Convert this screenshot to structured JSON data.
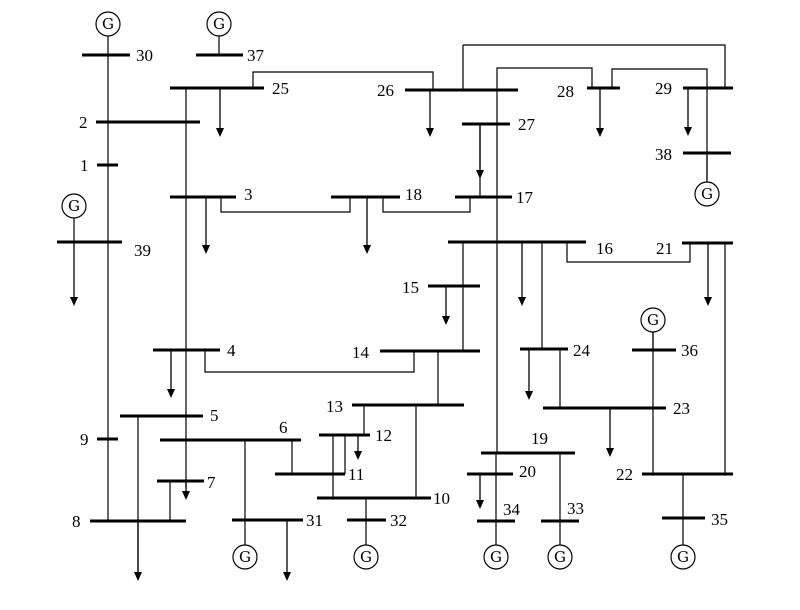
{
  "generator_symbol": "G",
  "buses": [
    {
      "id": "1",
      "label": "1"
    },
    {
      "id": "2",
      "label": "2"
    },
    {
      "id": "3",
      "label": "3"
    },
    {
      "id": "4",
      "label": "4"
    },
    {
      "id": "5",
      "label": "5"
    },
    {
      "id": "6",
      "label": "6"
    },
    {
      "id": "7",
      "label": "7"
    },
    {
      "id": "8",
      "label": "8"
    },
    {
      "id": "9",
      "label": "9"
    },
    {
      "id": "10",
      "label": "10"
    },
    {
      "id": "11",
      "label": "11"
    },
    {
      "id": "12",
      "label": "12"
    },
    {
      "id": "13",
      "label": "13"
    },
    {
      "id": "14",
      "label": "14"
    },
    {
      "id": "15",
      "label": "15"
    },
    {
      "id": "16",
      "label": "16"
    },
    {
      "id": "17",
      "label": "17"
    },
    {
      "id": "18",
      "label": "18"
    },
    {
      "id": "19",
      "label": "19"
    },
    {
      "id": "20",
      "label": "20"
    },
    {
      "id": "21",
      "label": "21"
    },
    {
      "id": "22",
      "label": "22"
    },
    {
      "id": "23",
      "label": "23"
    },
    {
      "id": "24",
      "label": "24"
    },
    {
      "id": "25",
      "label": "25"
    },
    {
      "id": "26",
      "label": "26"
    },
    {
      "id": "27",
      "label": "27"
    },
    {
      "id": "28",
      "label": "28"
    },
    {
      "id": "29",
      "label": "29"
    },
    {
      "id": "30",
      "label": "30"
    },
    {
      "id": "31",
      "label": "31"
    },
    {
      "id": "32",
      "label": "32"
    },
    {
      "id": "33",
      "label": "33"
    },
    {
      "id": "34",
      "label": "34"
    },
    {
      "id": "35",
      "label": "35"
    },
    {
      "id": "36",
      "label": "36"
    },
    {
      "id": "37",
      "label": "37"
    },
    {
      "id": "38",
      "label": "38"
    },
    {
      "id": "39",
      "label": "39"
    }
  ],
  "generators": [
    "30",
    "37",
    "39",
    "38",
    "31",
    "32",
    "34",
    "33",
    "35",
    "36"
  ],
  "loads": [
    "25",
    "26",
    "27",
    "28",
    "29",
    "3",
    "18",
    "39",
    "15",
    "16",
    "21",
    "4",
    "24",
    "23",
    "12",
    "7",
    "8",
    "31",
    "20"
  ],
  "lines": [
    [
      "2",
      "1"
    ],
    [
      "1",
      "39"
    ],
    [
      "39",
      "9"
    ],
    [
      "9",
      "8"
    ],
    [
      "2",
      "25"
    ],
    [
      "2",
      "3"
    ],
    [
      "25",
      "26"
    ],
    [
      "26",
      "27"
    ],
    [
      "26",
      "28"
    ],
    [
      "26",
      "29"
    ],
    [
      "28",
      "29"
    ],
    [
      "3",
      "4"
    ],
    [
      "3",
      "18"
    ],
    [
      "18",
      "17"
    ],
    [
      "17",
      "16"
    ],
    [
      "17",
      "27"
    ],
    [
      "4",
      "5"
    ],
    [
      "4",
      "14"
    ],
    [
      "5",
      "6"
    ],
    [
      "5",
      "8"
    ],
    [
      "6",
      "7"
    ],
    [
      "7",
      "8"
    ],
    [
      "6",
      "11"
    ],
    [
      "10",
      "11"
    ],
    [
      "10",
      "13"
    ],
    [
      "13",
      "14"
    ],
    [
      "14",
      "15"
    ],
    [
      "15",
      "16"
    ],
    [
      "16",
      "19"
    ],
    [
      "16",
      "21"
    ],
    [
      "16",
      "24"
    ],
    [
      "21",
      "22"
    ],
    [
      "22",
      "23"
    ],
    [
      "23",
      "24"
    ]
  ],
  "transformers": [
    [
      "30",
      "2"
    ],
    [
      "37",
      "25"
    ],
    [
      "38",
      "29"
    ],
    [
      "31",
      "6"
    ],
    [
      "32",
      "10"
    ],
    [
      "12",
      "11"
    ],
    [
      "12",
      "13"
    ],
    [
      "20",
      "19"
    ],
    [
      "34",
      "20"
    ],
    [
      "33",
      "19"
    ],
    [
      "35",
      "22"
    ],
    [
      "36",
      "23"
    ]
  ]
}
